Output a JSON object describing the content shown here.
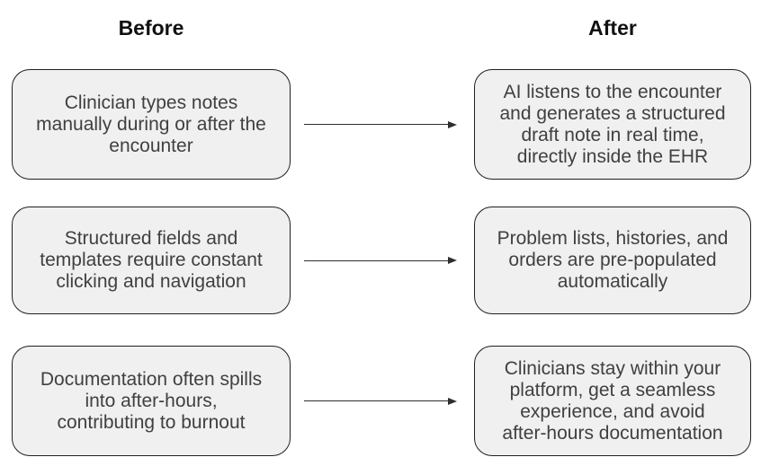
{
  "headers": {
    "before": "Before",
    "after": "After"
  },
  "rows": [
    {
      "before": "Clinician types notes\nmanually during or after the\nencounter",
      "after": "AI listens to the encounter\nand generates a structured\ndraft note in real time,\ndirectly inside the EHR"
    },
    {
      "before": "Structured fields and\ntemplates require constant\nclicking and navigation",
      "after": "Problem lists, histories, and\norders are pre-populated\nautomatically"
    },
    {
      "before": "Documentation often spills\ninto after-hours,\ncontributing to burnout",
      "after": "Clinicians stay within your\nplatform, get a seamless\nexperience, and avoid\nafter-hours documentation"
    }
  ],
  "colors": {
    "bg": "#ffffff",
    "box-fill": "#f0f0f0",
    "box-border": "#1f1f1f",
    "box-text": "#404040",
    "header-text": "#111111",
    "arrow": "#2e2e2e"
  }
}
